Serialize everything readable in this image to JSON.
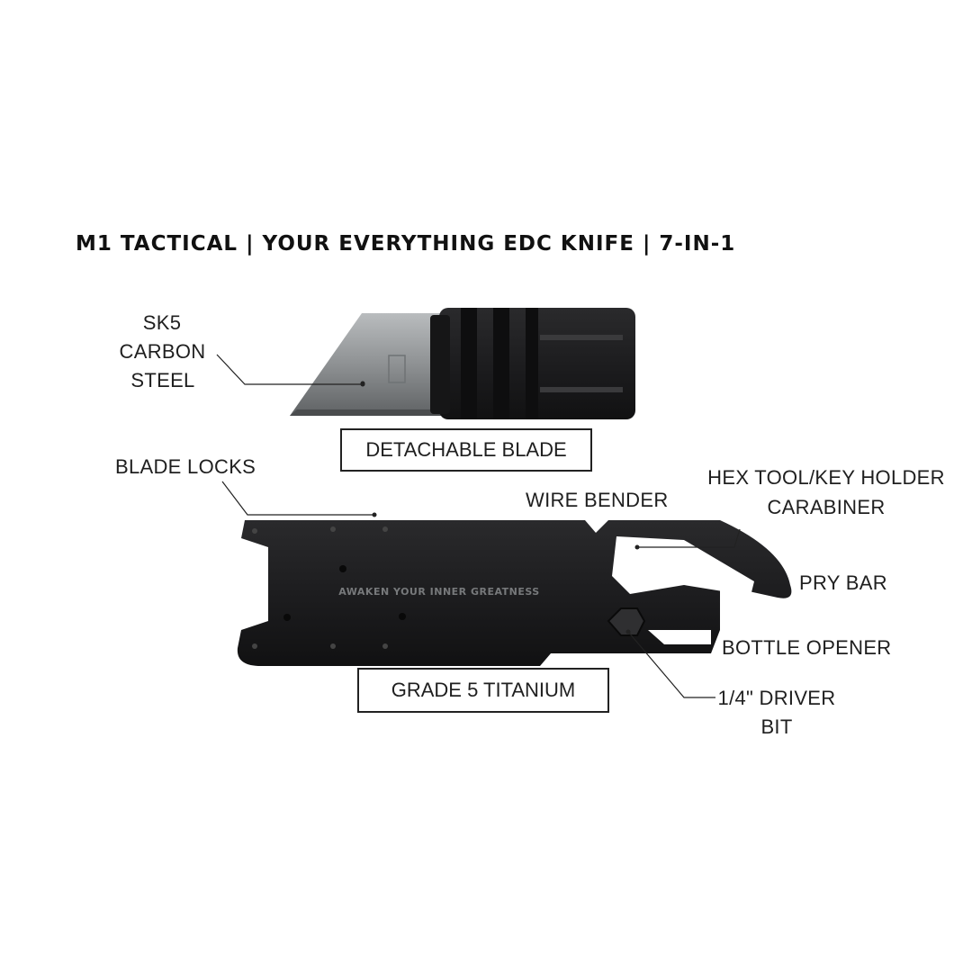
{
  "title": "M1 TACTICAL | YOUR EVERYTHING EDC KNIFE | 7-IN-1",
  "engraving": "AWAKEN YOUR INNER GREATNESS",
  "labels": {
    "sk5_line1": "SK5",
    "sk5_line2": "CARBON",
    "sk5_line3": "STEEL",
    "detachable_blade": "DETACHABLE BLADE",
    "blade_locks": "BLADE LOCKS",
    "wire_bender": "WIRE BENDER",
    "hex_tool_line1": "HEX TOOL/KEY HOLDER",
    "hex_tool_line2": "CARABINER",
    "pry_bar": "PRY BAR",
    "bottle_opener": "BOTTLE OPENER",
    "grade5": "GRADE 5 TITANIUM",
    "driver_line1": "1/4\" DRIVER",
    "driver_line2": "BIT"
  },
  "colors": {
    "tool_body": "#1c1c1e",
    "blade_steel": "#8d9092",
    "text": "#1f1f1f"
  }
}
